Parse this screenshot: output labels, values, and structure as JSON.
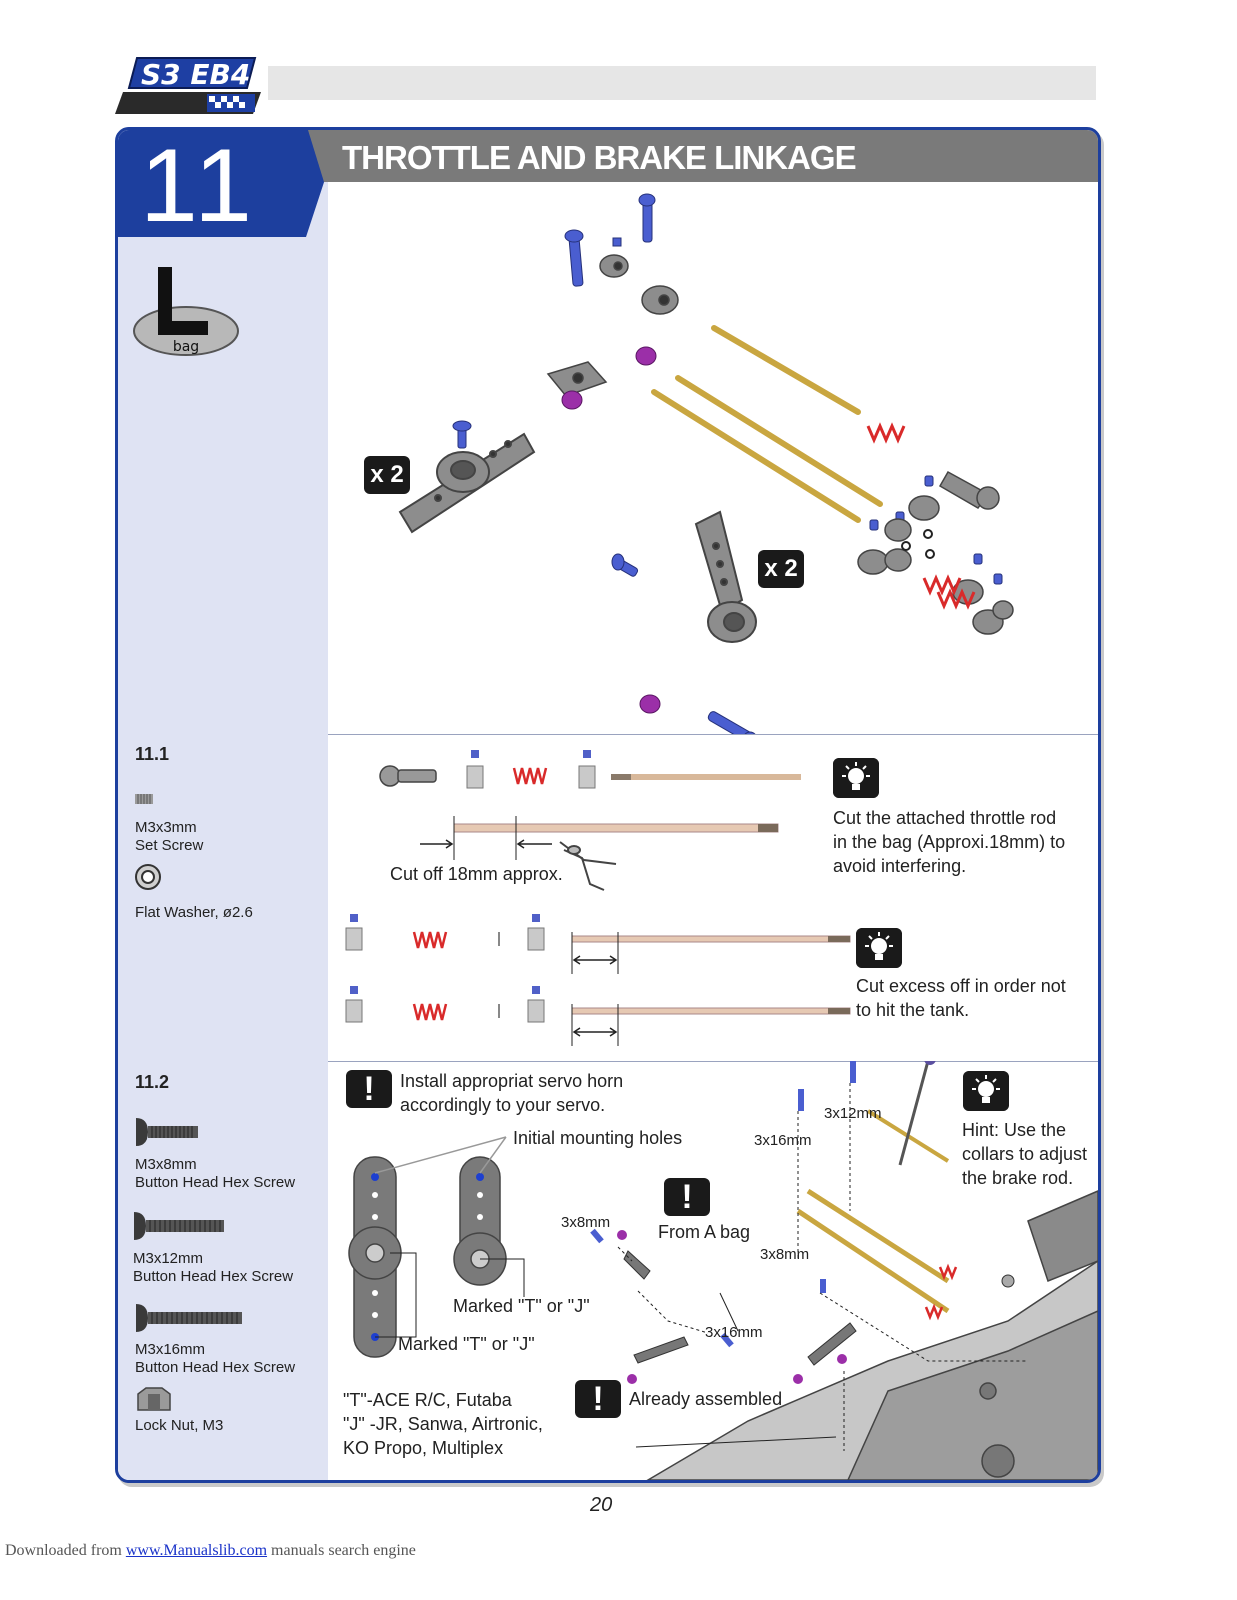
{
  "header": {
    "logo_text": "S3 EB4"
  },
  "step": {
    "number": "11",
    "title": "THROTTLE AND BRAKE LINKAGE"
  },
  "bag": {
    "letter": "L",
    "label": "bag"
  },
  "overview": {
    "qty_left": "x 2",
    "qty_right": "x 2"
  },
  "section_11_1": {
    "number": "11.1",
    "parts": [
      {
        "name": "M3x3mm",
        "desc": "Set Screw"
      },
      {
        "name": "Flat Washer, ø2.6",
        "desc": ""
      }
    ],
    "cut_label": "Cut off 18mm approx.",
    "hint1": [
      "Cut the attached throttle rod",
      "in the bag  (Approxi.18mm) to",
      "avoid interfering."
    ],
    "hint2": [
      "Cut excess off in order not",
      "to hit the tank."
    ]
  },
  "section_11_2": {
    "number": "11.2",
    "parts": [
      {
        "name": "M3x8mm",
        "desc": "Button Head Hex Screw"
      },
      {
        "name": "M3x12mm",
        "desc": "Button Head Hex Screw"
      },
      {
        "name": "M3x16mm",
        "desc": "Button Head Hex Screw"
      },
      {
        "name": "Lock Nut, M3",
        "desc": ""
      }
    ],
    "warning_install": [
      "Install  appropriat servo horn",
      "accordingly to your servo."
    ],
    "initial_holes": "Initial mounting holes",
    "marked_1": "Marked \"T\" or \"J\"",
    "marked_2": "Marked \"T\" or \"J\"",
    "brands": [
      "\"T\"-ACE R/C, Futaba",
      "\"J\" -JR, Sanwa,  Airtronic,",
      "KO Propo, Multiplex"
    ],
    "from_a_bag": "From A bag",
    "already_assembled": "Already assembled",
    "hint": [
      "Hint: Use  the",
      "collars to adjust",
      "the brake rod."
    ],
    "dims": {
      "d1": "3x12mm",
      "d2": "3x16mm",
      "d3": "3x8mm",
      "d4": "3x8mm",
      "d5": "3x16mm"
    }
  },
  "page": {
    "number": "20"
  },
  "footer": {
    "prefix": "Downloaded from ",
    "link": "www.Manualslib.com",
    "suffix": "  manuals search engine"
  },
  "colors": {
    "frame_blue": "#1d3f9e",
    "title_gray": "#7a7a7a",
    "side_bg": "#dfe3f3",
    "screw_blue": "#4a5ed0",
    "spring_red": "#d92a2a",
    "rod_gold": "#c9a640",
    "collar_purple": "#9b2fa8"
  }
}
